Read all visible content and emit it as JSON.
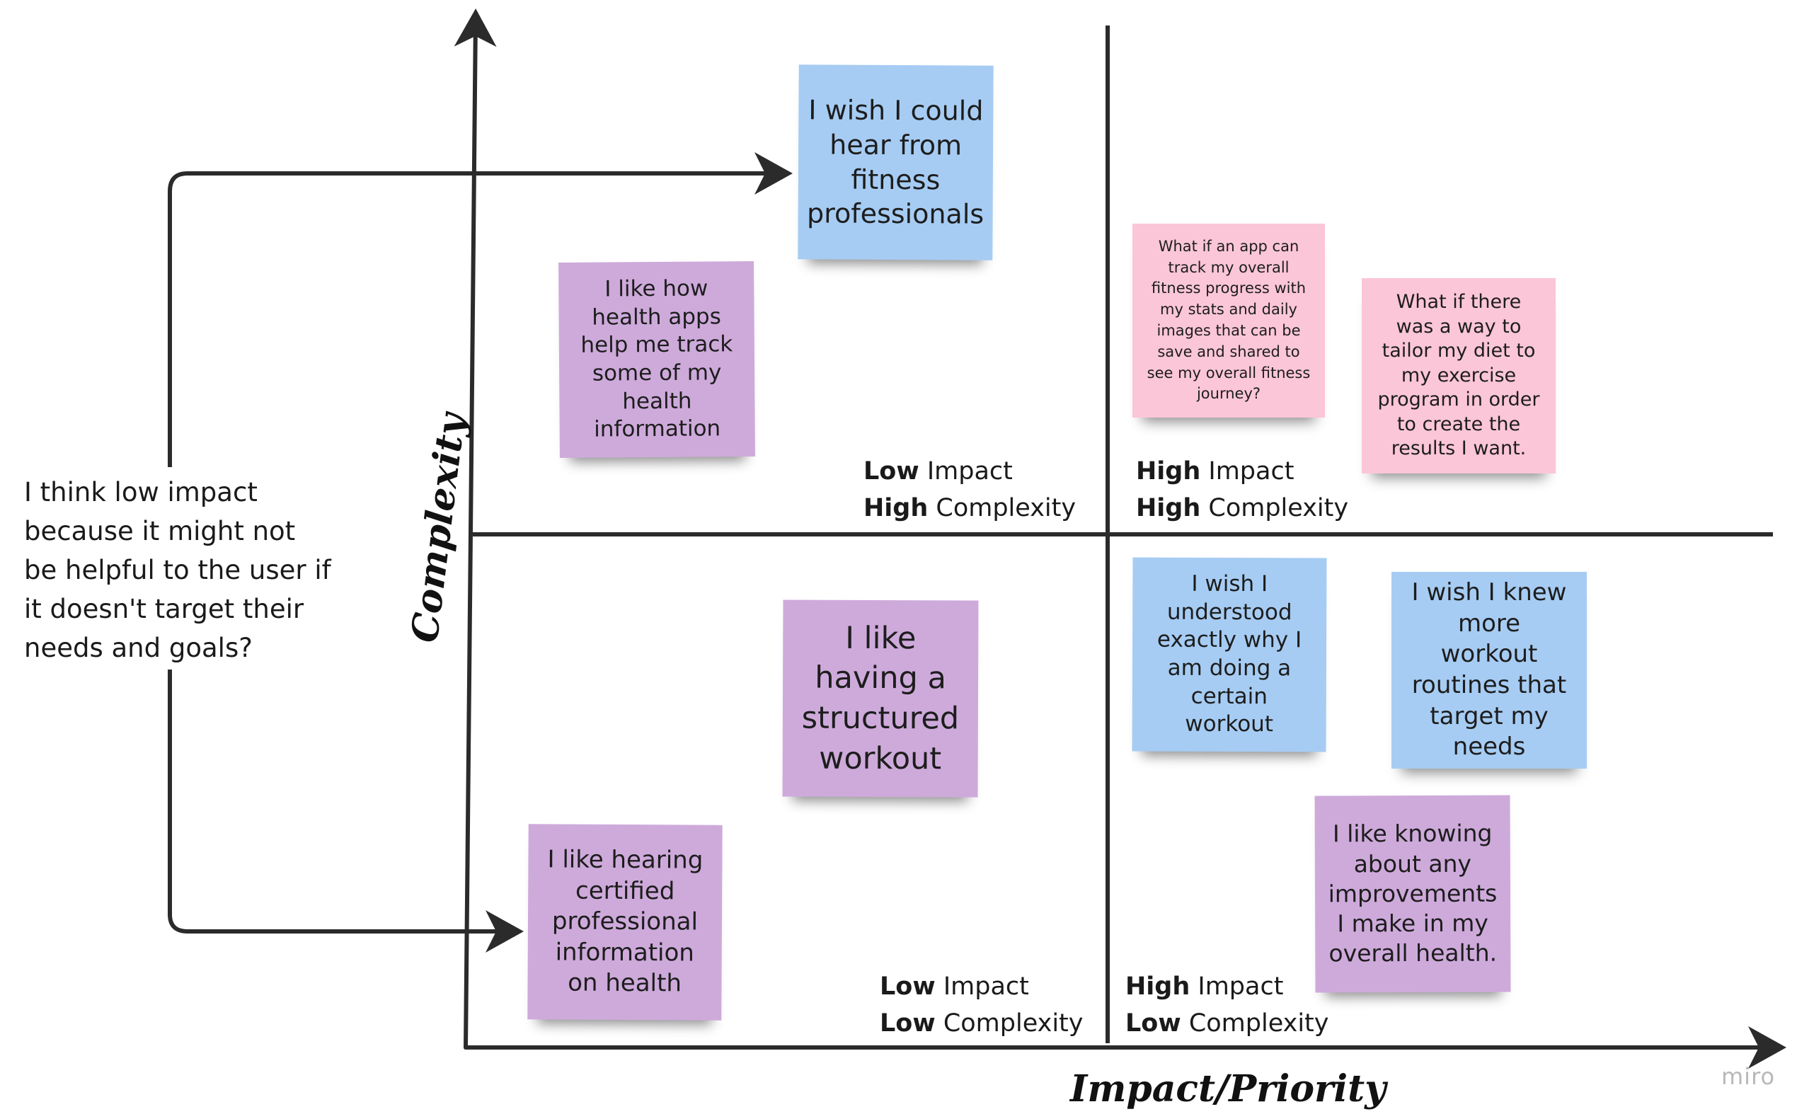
{
  "app": {
    "watermark": "miro"
  },
  "axes": {
    "y_title": "Complexity",
    "x_title": "Impact/Priority"
  },
  "quadrants": {
    "top_left": {
      "a_bold": "Low",
      "a_rest": " Impact",
      "b_bold": "High",
      "b_rest": " Complexity"
    },
    "top_right": {
      "a_bold": "High",
      "a_rest": " Impact",
      "b_bold": "High",
      "b_rest": " Complexity"
    },
    "bottom_left": {
      "a_bold": "Low",
      "a_rest": " Impact",
      "b_bold": "Low",
      "b_rest": " Complexity"
    },
    "bottom_right": {
      "a_bold": "High",
      "a_rest": " Impact",
      "b_bold": "Low",
      "b_rest": " Complexity"
    }
  },
  "side_note": "I think low impact because it might not be helpful to the user if it doesn't target their needs and goals?",
  "stickies": [
    {
      "id": "hear-from-professionals",
      "color": "blue",
      "text": "I wish I could hear from fitness professionals"
    },
    {
      "id": "health-apps-track",
      "color": "purple",
      "text": "I like how health apps help me track some of my health information"
    },
    {
      "id": "track-overall-progress",
      "color": "pink",
      "text": "What if an app can track my overall fitness progress with my stats and daily images that can be save and shared to see my overall fitness journey?"
    },
    {
      "id": "tailor-diet",
      "color": "pink",
      "text": "What if there was a way to tailor my diet to my exercise program in order to create the results I want."
    },
    {
      "id": "structured-workout",
      "color": "purple",
      "text": "I like having a structured workout"
    },
    {
      "id": "certified-info",
      "color": "purple",
      "text": "I like hearing certified professional information on health"
    },
    {
      "id": "understand-workout",
      "color": "blue",
      "text": "I wish I understood exactly why I am doing a certain workout"
    },
    {
      "id": "more-routines",
      "color": "blue",
      "text": "I wish I knew more workout routines that target my needs"
    },
    {
      "id": "improvements",
      "color": "purple",
      "text": "I like knowing about any improvements I make in my overall health."
    }
  ],
  "colors": {
    "blue": "#a6ccf3",
    "purple": "#ceaadb",
    "pink": "#fbc6d7",
    "line": "#2b2b2b"
  }
}
